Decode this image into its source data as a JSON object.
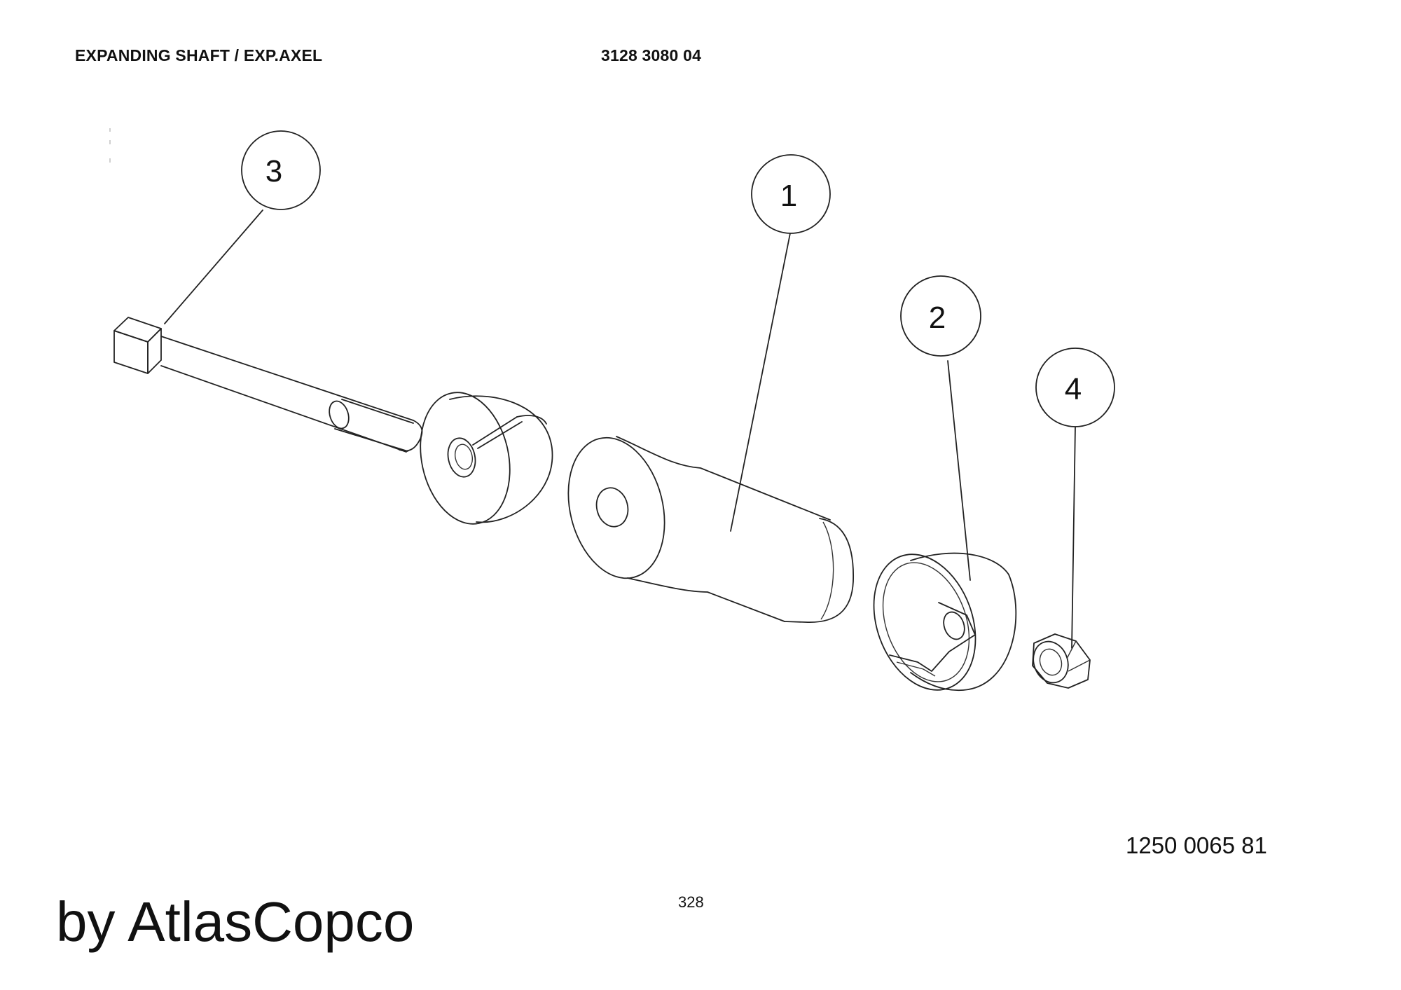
{
  "header": {
    "title": "EXPANDING SHAFT / EXP.AXEL",
    "part_number": "3128 3080 04"
  },
  "callouts": [
    "3",
    "1",
    "2",
    "4"
  ],
  "drawing_number": "1250 0065 81",
  "page_number": "328",
  "brand": "by AtlasCopco"
}
